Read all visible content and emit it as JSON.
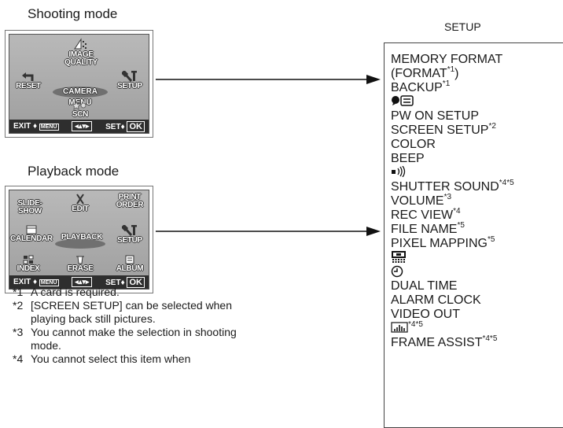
{
  "shooting": {
    "heading": "Shooting mode",
    "items": {
      "image_quality": "IMAGE QUALITY",
      "reset": "RESET",
      "camera_menu": "CAMERA MENU",
      "setup": "SETUP",
      "scn": "SCN"
    },
    "bar": {
      "exit": "EXIT",
      "menu": "MENU",
      "set": "SET",
      "ok": "OK"
    }
  },
  "playback": {
    "heading": "Playback mode",
    "items": {
      "slideshow": "SLIDE-SHOW",
      "edit": "EDIT",
      "print_order": "PRINT ORDER",
      "calendar": "CALENDAR",
      "playback_menu": "PLAYBACK MENU",
      "setup": "SETUP",
      "index": "INDEX",
      "erase": "ERASE",
      "album": "ALBUM"
    },
    "bar": {
      "exit": "EXIT",
      "menu": "MENU",
      "set": "SET",
      "ok": "OK"
    }
  },
  "setup": {
    "title": "SETUP",
    "items": [
      {
        "label": "MEMORY FORMAT",
        "sup": ""
      },
      {
        "label": "(FORMAT",
        "sup": "*1",
        "suffix": ")"
      },
      {
        "label": "BACKUP",
        "sup": "*1"
      },
      {
        "label": "",
        "icon": "language-icon"
      },
      {
        "label": "PW ON SETUP",
        "sup": ""
      },
      {
        "label": "SCREEN SETUP",
        "sup": "*2"
      },
      {
        "label": "COLOR",
        "sup": ""
      },
      {
        "label": "BEEP",
        "sup": ""
      },
      {
        "label": "",
        "icon": "sound-icon"
      },
      {
        "label": "SHUTTER SOUND",
        "sup": "*4*5"
      },
      {
        "label": "VOLUME",
        "sup": "*3"
      },
      {
        "label": "REC VIEW",
        "sup": "*4"
      },
      {
        "label": "FILE NAME",
        "sup": "*5"
      },
      {
        "label": "PIXEL MAPPING",
        "sup": "*5"
      },
      {
        "label": "",
        "icon": "monitor-brightness-icon"
      },
      {
        "label": "",
        "icon": "clock-icon"
      },
      {
        "label": "DUAL TIME",
        "sup": ""
      },
      {
        "label": "ALARM CLOCK",
        "sup": ""
      },
      {
        "label": "VIDEO OUT",
        "sup": ""
      },
      {
        "label": "",
        "icon": "histogram-icon",
        "sup": "*4*5"
      },
      {
        "label": "FRAME ASSIST",
        "sup": "*4*5"
      }
    ]
  },
  "footnotes": [
    {
      "mark": "*1",
      "text": "A card is required."
    },
    {
      "mark": "*2",
      "text": "[SCREEN SETUP] can be selected when playing back still pictures."
    },
    {
      "mark": "*3",
      "text": "You cannot make the selection in shooting mode."
    },
    {
      "mark": "*4",
      "text": "You cannot select this item when"
    }
  ],
  "colors": {
    "menu_bg": "#a8a8a8",
    "bar_bg": "#2e2e2e",
    "text": "#1a1a1a"
  }
}
